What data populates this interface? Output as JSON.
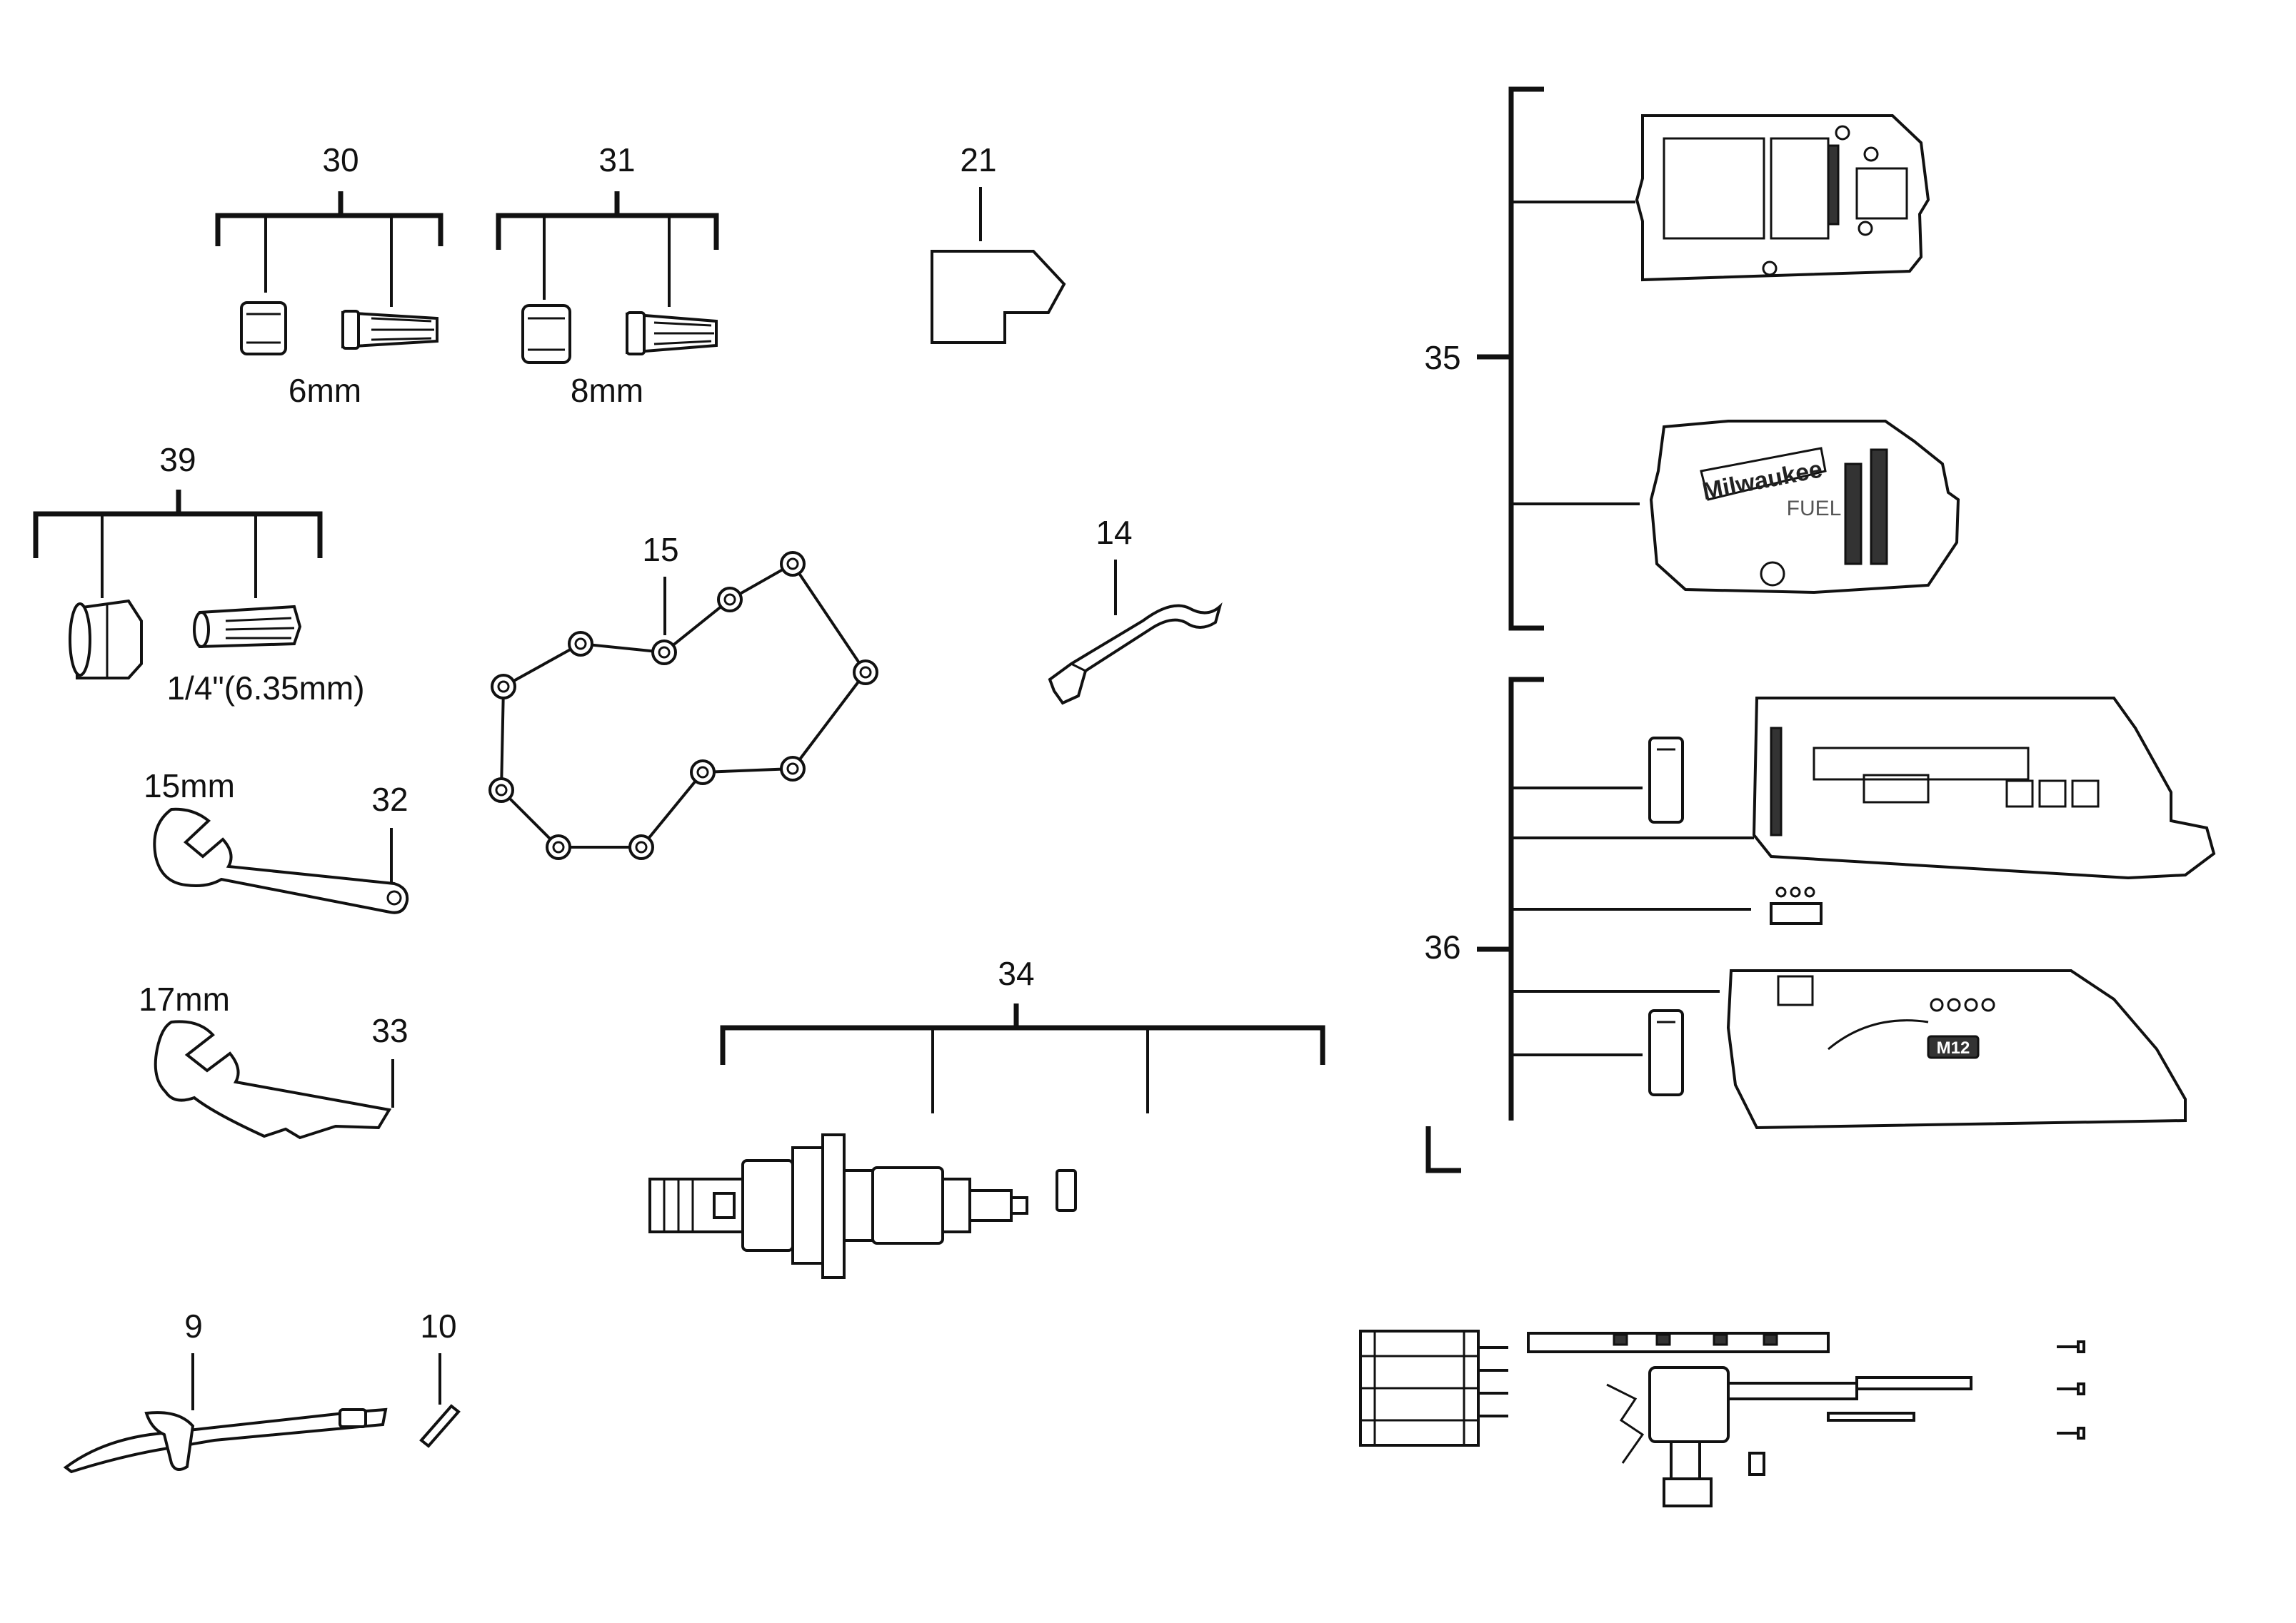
{
  "callouts": {
    "c30": "30",
    "c31": "31",
    "c21": "21",
    "c35": "35",
    "c39": "39",
    "c15": "15",
    "c14": "14",
    "c32": "32",
    "c33": "33",
    "c34": "34",
    "c36": "36",
    "c9": "9",
    "c10": "10"
  },
  "sizes": {
    "s6mm": "6mm",
    "s8mm": "8mm",
    "s635": "1/4\"(6.35mm)",
    "s15mm": "15mm",
    "s17mm": "17mm"
  },
  "housing_marks": {
    "brand": "Milwaukee",
    "line": "FUEL",
    "model": "M12"
  }
}
